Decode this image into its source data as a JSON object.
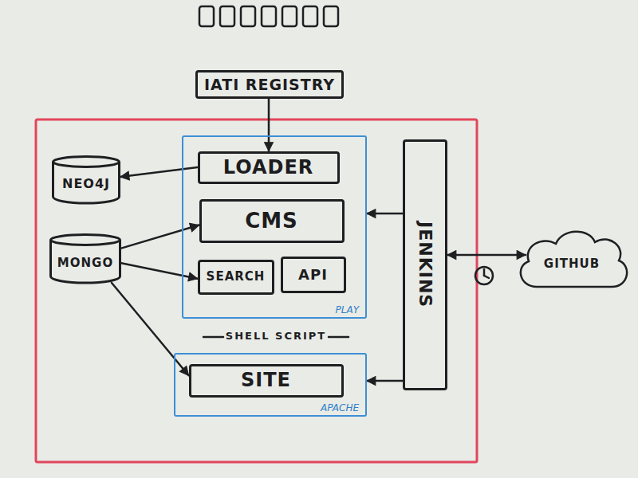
{
  "diagram": {
    "nodes": [
      {
        "text": [
          "IATI REGISTRY"
        ]
      },
      {
        "text": [
          "PLAY"
        ]
      },
      {
        "text": [
          "LOADER"
        ],
        "in": 1
      },
      {
        "text": [
          "CMS"
        ],
        "in": 1
      },
      {
        "text": [
          "SEARCH"
        ],
        "in": 1
      },
      {
        "text": [
          "API"
        ],
        "in": 1
      },
      {
        "text": [
          "NEO4J"
        ]
      },
      {
        "text": [
          "MONGO"
        ]
      },
      {
        "text": [
          "APACHE"
        ]
      },
      {
        "text": [
          "SITE"
        ],
        "in": 8
      },
      {
        "text": [
          "JENKINS"
        ]
      },
      {
        "text": [
          "GITHUB"
        ]
      }
    ],
    "edges": [
      {
        "from": 0,
        "to": 2,
        "arrow": "to"
      },
      {
        "from": 2,
        "to": 6,
        "arrow": "to"
      },
      {
        "from": 7,
        "to": 3,
        "arrow": "to"
      },
      {
        "from": 7,
        "to": 4,
        "arrow": "to"
      },
      {
        "from": 7,
        "to": 9,
        "arrow": "to"
      },
      {
        "from": 10,
        "to": 1,
        "arrow": "to"
      },
      {
        "from": 10,
        "to": 8,
        "arrow": "to"
      },
      {
        "from": 10,
        "to": 11,
        "arrow": "both"
      }
    ],
    "labels": [
      "SHELL SCRIPT"
    ]
  }
}
